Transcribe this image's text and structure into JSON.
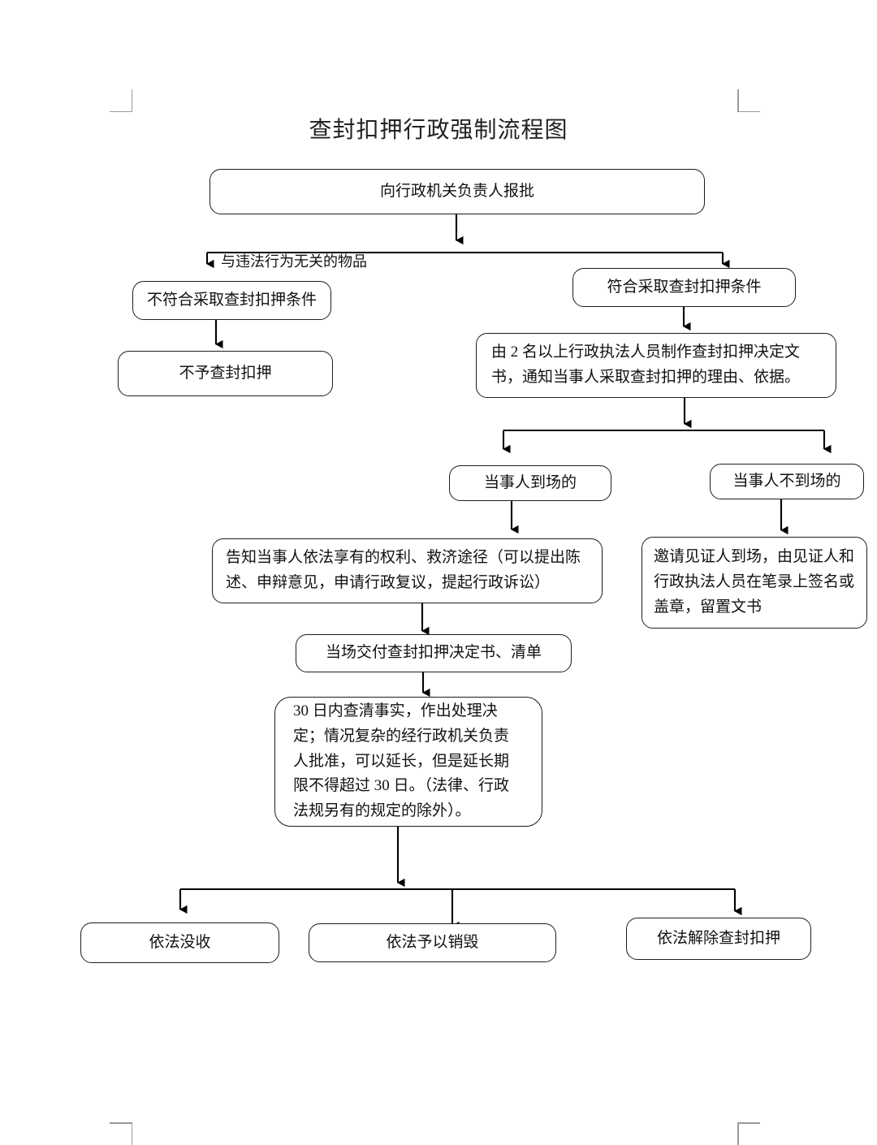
{
  "document": {
    "title": "查封扣押行政强制流程图",
    "page_marks": [
      "crop-mark-top-left",
      "crop-mark-top-right",
      "crop-mark-bottom-left",
      "crop-mark-bottom-right"
    ]
  },
  "colors": {
    "box_border": "#1d1d1d",
    "box_fill": "#ffffff",
    "text": "#111111",
    "connector": "#000000",
    "crop_mark": "#9a9a9a",
    "page_background": "#ffffff"
  },
  "chart_data": {
    "type": "flowchart",
    "title": "查封扣押行政强制流程图",
    "orientation": "top-to-bottom",
    "nodes": [
      {
        "id": "n1",
        "label": "向行政机关负责人报批"
      },
      {
        "id": "n2",
        "label": "不符合采取查封扣押条件"
      },
      {
        "id": "n3",
        "label": "不予查封扣押"
      },
      {
        "id": "n4",
        "label": "符合采取查封扣押条件"
      },
      {
        "id": "n5",
        "label": "由 2 名以上行政执法人员制作查封扣押决定文书，通知当事人采取查封扣押的理由、依据。"
      },
      {
        "id": "n6",
        "label": "当事人到场的"
      },
      {
        "id": "n7",
        "label": "当事人不到场的"
      },
      {
        "id": "n8",
        "label": "告知当事人依法享有的权利、救济途径（可以提出陈述、申辩意见，申请行政复议，提起行政诉讼）"
      },
      {
        "id": "n9",
        "label": "邀请见证人到场，由见证人和行政执法人员在笔录上签名或盖章，留置文书"
      },
      {
        "id": "n10",
        "label": "当场交付查封扣押决定书、清单"
      },
      {
        "id": "n11",
        "label": "30 日内查清事实，作出处理决定；情况复杂的经行政机关负责人批准，可以延长，但是延长期限不得超过 30 日。（法律、行政法规另有的规定的除外）。"
      },
      {
        "id": "n12",
        "label": "依法没收"
      },
      {
        "id": "n13",
        "label": "依法予以销毁"
      },
      {
        "id": "n14",
        "label": "依法解除查封扣押"
      }
    ],
    "edges": [
      {
        "from": "n1",
        "to": "n2",
        "label": "与违法行为无关的物品"
      },
      {
        "from": "n1",
        "to": "n4",
        "label": ""
      },
      {
        "from": "n2",
        "to": "n3",
        "label": ""
      },
      {
        "from": "n4",
        "to": "n5",
        "label": ""
      },
      {
        "from": "n5",
        "to": "n6",
        "label": ""
      },
      {
        "from": "n5",
        "to": "n7",
        "label": ""
      },
      {
        "from": "n6",
        "to": "n8",
        "label": ""
      },
      {
        "from": "n7",
        "to": "n9",
        "label": ""
      },
      {
        "from": "n8",
        "to": "n10",
        "label": ""
      },
      {
        "from": "n10",
        "to": "n11",
        "label": ""
      },
      {
        "from": "n11",
        "to": "n12",
        "label": ""
      },
      {
        "from": "n11",
        "to": "n13",
        "label": ""
      },
      {
        "from": "n11",
        "to": "n14",
        "label": ""
      }
    ],
    "edge_labels": [
      "与违法行为无关的物品"
    ]
  },
  "nodes": {
    "n1": "向行政机关负责人报批",
    "n2": "不符合采取查封扣押条件",
    "n3": "不予查封扣押",
    "n4": "符合采取查封扣押条件",
    "n5": "由 2 名以上行政执法人员制作查封扣押决定文书，通知当事人采取查封扣押的理由、依据。",
    "n6": "当事人到场的",
    "n7": "当事人不到场的",
    "n8": "告知当事人依法享有的权利、救济途径（可以提出陈述、申辩意见，申请行政复议，提起行政诉讼）",
    "n9": "邀请见证人到场，由见证人和行政执法人员在笔录上签名或盖章，留置文书",
    "n10": "当场交付查封扣押决定书、清单",
    "n11": "30 日内查清事实，作出处理决定；情况复杂的经行政机关负责人批准，可以延长，但是延长期限不得超过 30 日。（法律、行政法规另有的规定的除外）。",
    "n12": "依法没收",
    "n13": "依法予以销毁",
    "n14": "依法解除查封扣押"
  },
  "labels": {
    "branch_irrelevant_goods": "与违法行为无关的物品"
  }
}
